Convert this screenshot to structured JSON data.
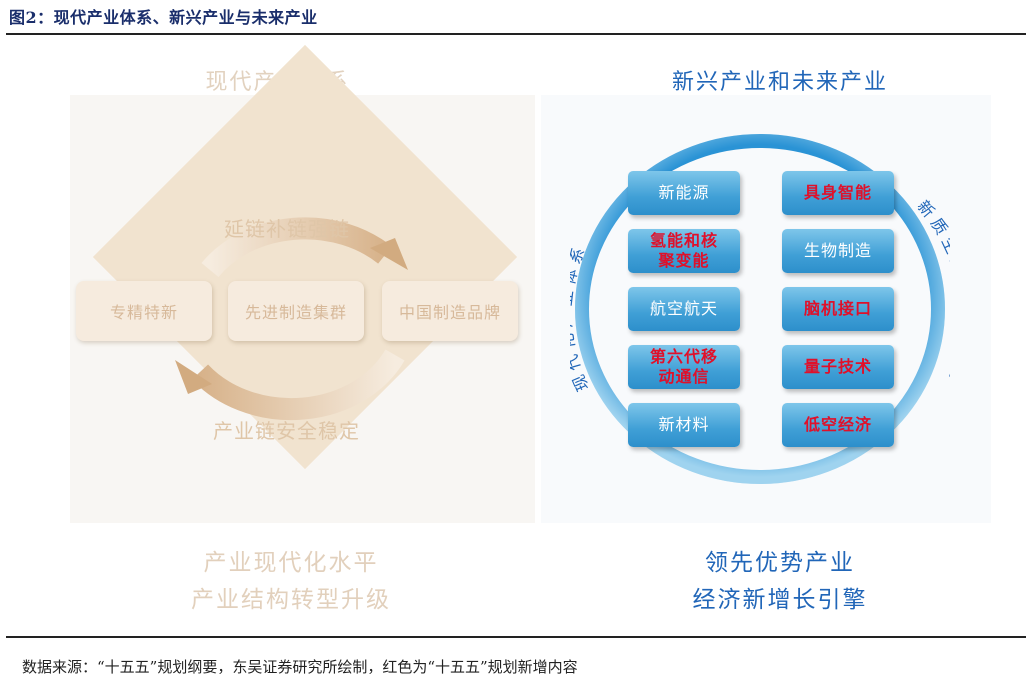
{
  "figure": {
    "title": "图2：现代产业体系、新兴产业与未来产业",
    "source": "数据来源：“十五五”规划纲要，东吴证券研究所绘制，红色为“十五五”规划新增内容"
  },
  "left": {
    "title": "现代产业体系",
    "stages": [
      "专精特新",
      "先进制造集群",
      "中国制造品牌"
    ],
    "cycle_top": "延链补链强链",
    "cycle_bottom": "产业链安全稳定",
    "caption_line1": "产业现代化水平",
    "caption_line2": "产业结构转型升级"
  },
  "right": {
    "title": "新兴产业和未来产业",
    "ring_left_label": "现代化产业体系",
    "ring_right_label": "新质生产力的主阵地",
    "emerging": [
      {
        "label": "新能源",
        "highlight": false
      },
      {
        "label": "氢能和核聚变能",
        "highlight": true
      },
      {
        "label": "航空航天",
        "highlight": false
      },
      {
        "label": "第六代移动通信",
        "highlight": true
      },
      {
        "label": "新材料",
        "highlight": false
      }
    ],
    "future": [
      {
        "label": "具身智能",
        "highlight": true
      },
      {
        "label": "生物制造",
        "highlight": false
      },
      {
        "label": "脑机接口",
        "highlight": true
      },
      {
        "label": "量子技术",
        "highlight": true
      },
      {
        "label": "低空经济",
        "highlight": true
      }
    ],
    "caption_line1": "领先优势产业",
    "caption_line2": "经济新增长引擎"
  },
  "colors": {
    "highlight_red": "#e0102a",
    "ring_blue": "#2a93d5",
    "title_blue": "#2166b8",
    "beige": "#f1e3cf"
  }
}
